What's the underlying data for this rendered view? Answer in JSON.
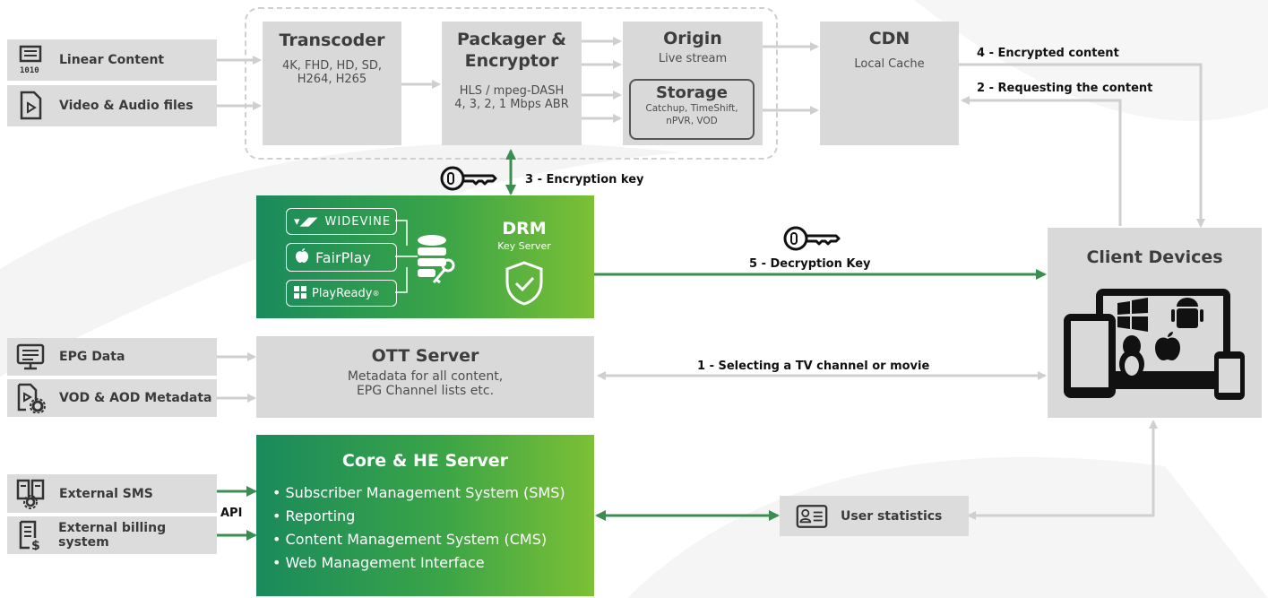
{
  "inputs_top": [
    {
      "label": "Linear Content",
      "icon": "linear-content-icon"
    },
    {
      "label": "Video & Audio files",
      "icon": "video-file-icon"
    }
  ],
  "transcoder": {
    "title": "Transcoder",
    "line1": "4K, FHD, HD, SD,",
    "line2": "H264, H265"
  },
  "packager": {
    "title1": "Packager &",
    "title2": "Encryptor",
    "line1": "HLS / mpeg-DASH",
    "line2": "4, 3, 2, 1 Mbps ABR"
  },
  "origin": {
    "title": "Origin",
    "sub": "Live stream"
  },
  "storage": {
    "title": "Storage",
    "line1": "Catchup, TimeShift,",
    "line2": "nPVR, VOD"
  },
  "cdn": {
    "title": "CDN",
    "sub": "Local Cache"
  },
  "edges": {
    "encrypted_content": "4 - Encrypted content",
    "requesting_content": "2 - Requesting the content",
    "encryption_key": "3 - Encryption key",
    "decryption_key": "5 - Decryption Key",
    "selecting": "1 - Selecting a TV channel or movie",
    "api": "API"
  },
  "drm": {
    "title": "DRM",
    "sub": "Key Server",
    "badges": {
      "widevine": "WIDEVINE",
      "fairplay": "FairPlay",
      "playready": "PlayReady",
      "playready_mark": "®"
    }
  },
  "client": {
    "title": "Client Devices"
  },
  "inputs_mid": [
    {
      "label": "EPG Data",
      "icon": "epg-data-icon"
    },
    {
      "label": "VOD & AOD Metadata",
      "icon": "vod-metadata-icon"
    }
  ],
  "ott": {
    "title": "OTT Server",
    "line1": "Metadata for all content,",
    "line2": "EPG Channel lists etc."
  },
  "inputs_bottom": [
    {
      "label": "External SMS",
      "icon": "external-sms-icon"
    },
    {
      "label": "External billing system",
      "icon": "billing-icon"
    }
  ],
  "core": {
    "title": "Core & HE Server",
    "items": [
      "• Subscriber Management System (SMS)",
      "• Reporting",
      "• Content Management System (CMS)",
      "• Web Management Interface"
    ]
  },
  "user_stats": {
    "label": "User statistics"
  },
  "colors": {
    "green_dark": "#1a8a5c",
    "green_light": "#7cc035",
    "box_gray": "#d9d9d9",
    "arrow_gray": "#cfcfcf",
    "arrow_green": "#3a8f50"
  }
}
